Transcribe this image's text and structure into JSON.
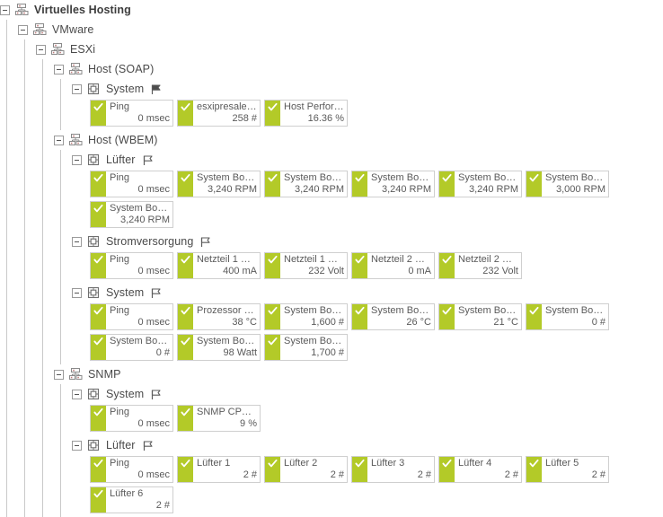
{
  "tree": {
    "root": {
      "label": "Virtuelles Hosting",
      "icon": "group-icon",
      "child": {
        "label": "VMware",
        "icon": "group-icon",
        "child": {
          "label": "ESXi",
          "icon": "group-icon"
        }
      }
    }
  },
  "devices": [
    {
      "label": "Host (SOAP)",
      "icon": "group-icon",
      "groups": [
        {
          "label": "System",
          "icon": "device-icon",
          "flag": "flag-filled-icon",
          "sensors": [
            {
              "name": "Ping",
              "value": "0 msec",
              "status": "ok"
            },
            {
              "name": "esxipresales [...",
              "value": "258 #",
              "status": "ok"
            },
            {
              "name": "Host Performa...",
              "value": "16.36 %",
              "status": "ok"
            }
          ]
        }
      ]
    },
    {
      "label": "Host (WBEM)",
      "icon": "group-icon",
      "groups": [
        {
          "label": "Lüfter",
          "icon": "device-icon",
          "flag": "flag-outline-icon",
          "sensors": [
            {
              "name": "Ping",
              "value": "0 msec",
              "status": "ok"
            },
            {
              "name": "System Board ...",
              "value": "3,240 RPM",
              "status": "ok"
            },
            {
              "name": "System Board ...",
              "value": "3,240 RPM",
              "status": "ok"
            },
            {
              "name": "System Board ...",
              "value": "3,240 RPM",
              "status": "ok"
            },
            {
              "name": "System Board ...",
              "value": "3,240 RPM",
              "status": "ok"
            },
            {
              "name": "System Board ...",
              "value": "3,000 RPM",
              "status": "ok"
            },
            {
              "name": "System Board ...",
              "value": "3,240 RPM",
              "status": "ok"
            }
          ]
        },
        {
          "label": "Stromversorgung",
          "icon": "device-icon",
          "flag": "flag-outline-icon",
          "sensors": [
            {
              "name": "Ping",
              "value": "0 msec",
              "status": "ok"
            },
            {
              "name": "Netzteil 1 Stro...",
              "value": "400 mA",
              "status": "ok"
            },
            {
              "name": "Netzteil 1 Span...",
              "value": "232 Volt",
              "status": "ok"
            },
            {
              "name": "Netzteil 2 Stro...",
              "value": "0 mA",
              "status": "ok"
            },
            {
              "name": "Netzteil 2 Span...",
              "value": "232 Volt",
              "status": "ok"
            }
          ]
        },
        {
          "label": "System",
          "icon": "device-icon",
          "flag": "flag-outline-icon",
          "sensors": [
            {
              "name": "Ping",
              "value": "0 msec",
              "status": "ok"
            },
            {
              "name": "Prozessor 1 Te...",
              "value": "38 °C",
              "status": "ok"
            },
            {
              "name": "System Board ...",
              "value": "1,600 #",
              "status": "ok"
            },
            {
              "name": "System Board ...",
              "value": "26 °C",
              "status": "ok"
            },
            {
              "name": "System Board ...",
              "value": "21 °C",
              "status": "ok"
            },
            {
              "name": "System Board ...",
              "value": "0 #",
              "status": "ok"
            },
            {
              "name": "System Board ...",
              "value": "0 #",
              "status": "ok"
            },
            {
              "name": "System Board ...",
              "value": "98 Watt",
              "status": "ok"
            },
            {
              "name": "System Board ...",
              "value": "1,700 #",
              "status": "ok"
            }
          ]
        }
      ]
    },
    {
      "label": "SNMP",
      "icon": "group-icon",
      "groups": [
        {
          "label": "System",
          "icon": "device-icon",
          "flag": "flag-outline-icon",
          "sensors": [
            {
              "name": "Ping",
              "value": "0 msec",
              "status": "ok"
            },
            {
              "name": "SNMP CPU Lo...",
              "value": "9 %",
              "status": "ok"
            }
          ]
        },
        {
          "label": "Lüfter",
          "icon": "device-icon",
          "flag": "flag-outline-icon",
          "sensors": [
            {
              "name": "Ping",
              "value": "0 msec",
              "status": "ok"
            },
            {
              "name": "Lüfter 1",
              "value": "2 #",
              "status": "ok"
            },
            {
              "name": "Lüfter 2",
              "value": "2 #",
              "status": "ok"
            },
            {
              "name": "Lüfter 3",
              "value": "2 #",
              "status": "ok"
            },
            {
              "name": "Lüfter 4",
              "value": "2 #",
              "status": "ok"
            },
            {
              "name": "Lüfter 5",
              "value": "2 #",
              "status": "ok"
            },
            {
              "name": "Lüfter 6",
              "value": "2 #",
              "status": "ok"
            }
          ]
        }
      ]
    }
  ],
  "colors": {
    "status_ok": "#b3ca28",
    "card_border": "#cfcfcf",
    "tree_line": "#c9c9c9",
    "text": "#4a4a4a"
  }
}
